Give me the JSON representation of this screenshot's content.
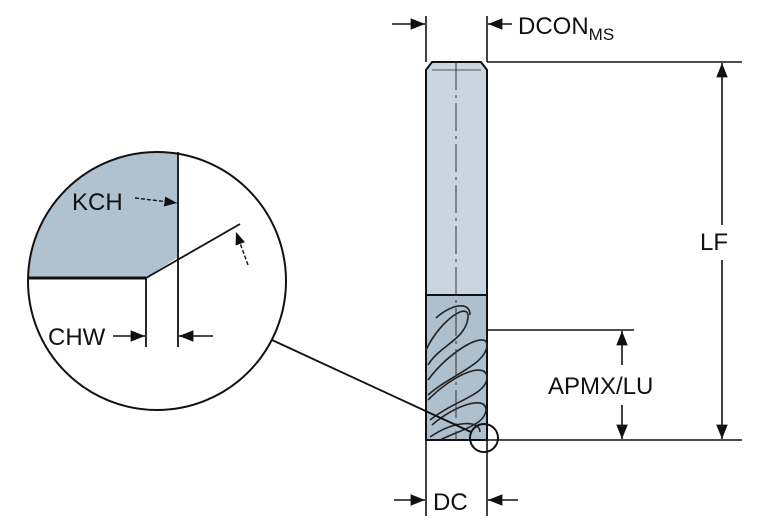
{
  "labels": {
    "dcon": "DCON",
    "dcon_sub": "MS",
    "lf": "LF",
    "apmx_lu": "APMX/LU",
    "dc": "DC",
    "kch": "KCH",
    "chw": "CHW"
  },
  "colors": {
    "shank": "#c9d5df",
    "cutting": "#aebfce",
    "detail_fill": "#b0c1d0",
    "line": "#111111"
  }
}
